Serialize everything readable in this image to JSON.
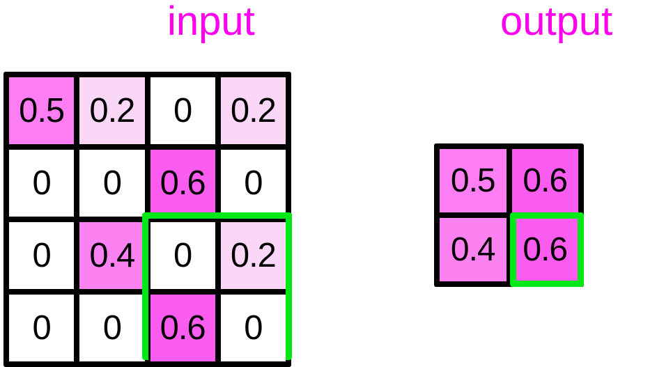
{
  "titles": {
    "input": "input",
    "output": "output"
  },
  "colors": {
    "title": "#ff00ee",
    "highlight": "#00e817",
    "grid_line": "#000000",
    "value_0": "#ffffff",
    "value_0_2": "#fbd7f7",
    "value_0_4": "#fc82f2",
    "value_0_5": "#fc7ef2",
    "value_0_6": "#fb5cf0"
  },
  "chart_data": {
    "type": "heatmap",
    "title": "",
    "grids": [
      {
        "name": "input",
        "label": "input",
        "rows": 4,
        "cols": 4,
        "values": [
          [
            0.5,
            0.2,
            0,
            0.2
          ],
          [
            0,
            0,
            0.6,
            0
          ],
          [
            0,
            0.4,
            0,
            0.2
          ],
          [
            0,
            0,
            0.6,
            0
          ]
        ],
        "labels": [
          [
            "0.5",
            "0.2",
            "0",
            "0.2"
          ],
          [
            "0",
            "0",
            "0.6",
            "0"
          ],
          [
            "0",
            "0.4",
            "0",
            "0.2"
          ],
          [
            "0",
            "0",
            "0.6",
            "0"
          ]
        ],
        "highlight_window": {
          "row_start": 2,
          "row_end": 3,
          "col_start": 2,
          "col_end": 3
        }
      },
      {
        "name": "output",
        "label": "output",
        "rows": 2,
        "cols": 2,
        "values": [
          [
            0.5,
            0.6
          ],
          [
            0.4,
            0.6
          ]
        ],
        "labels": [
          [
            "0.5",
            "0.6"
          ],
          [
            "0.4",
            "0.6"
          ]
        ],
        "highlight_cell": {
          "row": 1,
          "col": 1
        }
      }
    ],
    "colormap": {
      "0": "#ffffff",
      "0.2": "#fbd7f7",
      "0.4": "#fc82f2",
      "0.5": "#fc7ef2",
      "0.6": "#fb5cf0"
    },
    "operation": "max-pool 2x2"
  }
}
